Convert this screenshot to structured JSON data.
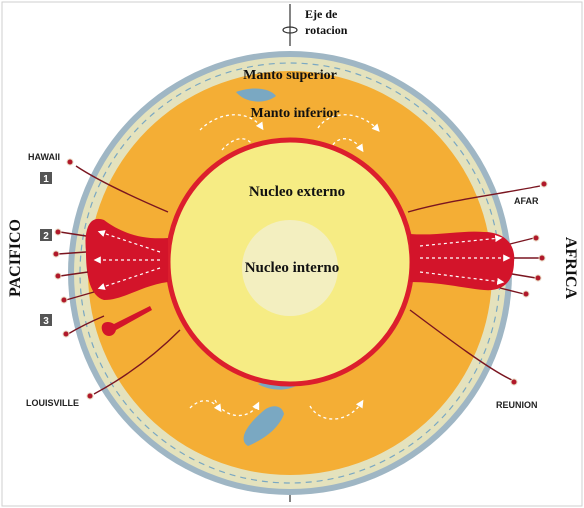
{
  "colors": {
    "crust_rim": "#9fb6c4",
    "upper_mantle": "#e4e2bd",
    "lower_mantle": "#f4ae35",
    "outer_core": "#f6ec84",
    "inner_core": "#f3efc0",
    "core_boundary": "#dc1e2d",
    "plume": "#d3142a",
    "slab": "#7aa8c2"
  },
  "axis": {
    "line1": "Eje de",
    "line2": "rotacion"
  },
  "layers": {
    "upper_mantle": "Manto superior",
    "lower_mantle": "Manto inferior",
    "outer_core": "Nucleo externo",
    "inner_core": "Nucleo interno"
  },
  "regions": {
    "left": "PACIFICO",
    "right": "AFRICA"
  },
  "hotspots": {
    "hawaii": "HAWAII",
    "louisville": "LOUISVILLE",
    "afar": "AFAR",
    "reunion": "REUNION"
  },
  "markers": [
    "1",
    "2",
    "3"
  ]
}
